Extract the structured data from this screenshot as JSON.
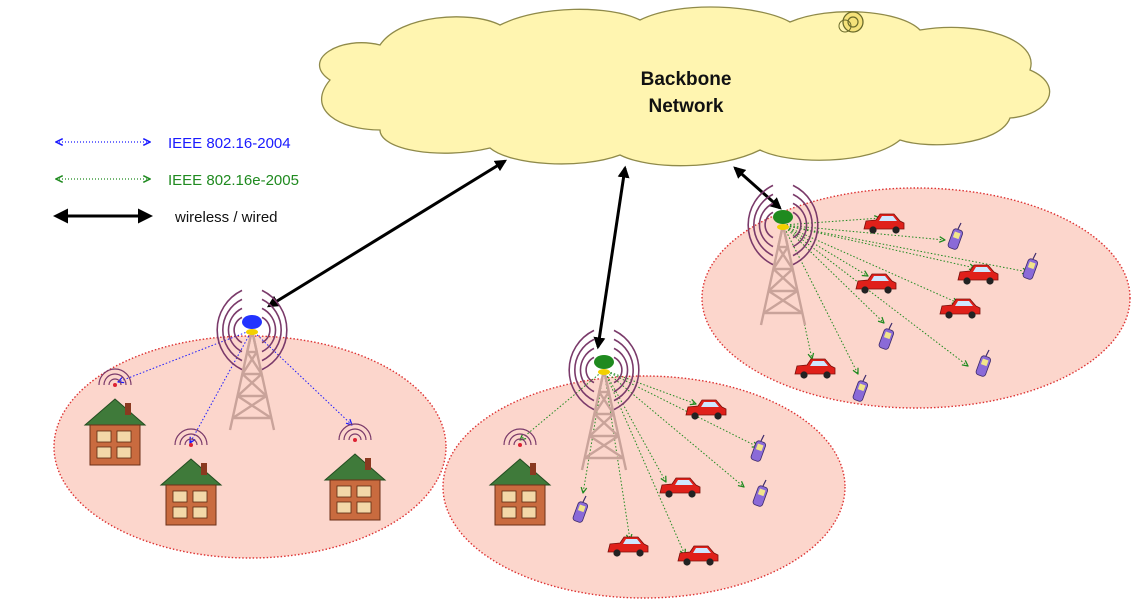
{
  "cloud": {
    "line1": "Backbone",
    "line2": "Network",
    "color": "#fff5b0"
  },
  "legend": {
    "items": [
      {
        "label": "IEEE 802.16-2004",
        "color": "#1a1aff"
      },
      {
        "label": "IEEE 802.16e-2005",
        "color": "#1f8a1f"
      },
      {
        "label": "wireless / wired",
        "color": "#000000"
      }
    ]
  },
  "colors": {
    "cell_fill": "#fcd6cc",
    "cell_border": "#dd3333",
    "tower": "#c9a39a",
    "fixed_link": "#1a1aff",
    "mobile_link": "#1f8a1f",
    "car": "#e0201a",
    "house_wall": "#c96b3f",
    "house_roof": "#3f7a3a",
    "phone": "#8a6ad8"
  },
  "cells": [
    {
      "id": "fixed-cell",
      "standard": "IEEE 802.16-2004",
      "houses": 3,
      "cars": 0,
      "phones": 0
    },
    {
      "id": "mixed-cell",
      "standard": "IEEE 802.16e-2005",
      "houses": 1,
      "cars": 4,
      "phones": 3
    },
    {
      "id": "mobile-cell",
      "standard": "IEEE 802.16e-2005",
      "houses": 0,
      "cars": 5,
      "phones": 5
    }
  ]
}
